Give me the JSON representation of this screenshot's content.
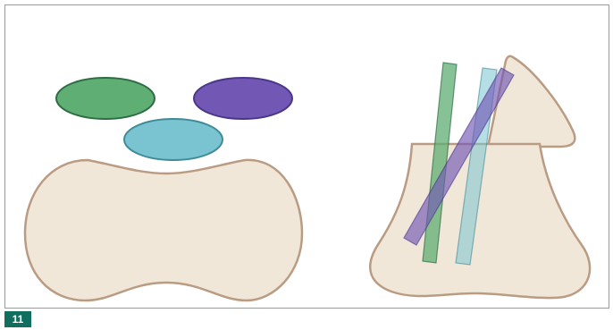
{
  "figure": {
    "number": "11"
  },
  "colors": {
    "body_fill": "#f1e7d8",
    "body_stroke": "#b99c83",
    "green_fill": "#5fae73",
    "green_stroke": "#2f6d45",
    "cyan_fill": "#79c4d0",
    "cyan_stroke": "#3f8b98",
    "purple_fill": "#7258b4",
    "purple_stroke": "#4a378a",
    "badge": "#0f6e5e"
  },
  "left_panel": {
    "shapes": [
      "green-ellipse",
      "purple-ellipse",
      "cyan-ellipse",
      "base-body"
    ]
  },
  "right_panel": {
    "shapes": [
      "body-with-flap",
      "green-rod",
      "cyan-rod",
      "purple-rod"
    ]
  }
}
